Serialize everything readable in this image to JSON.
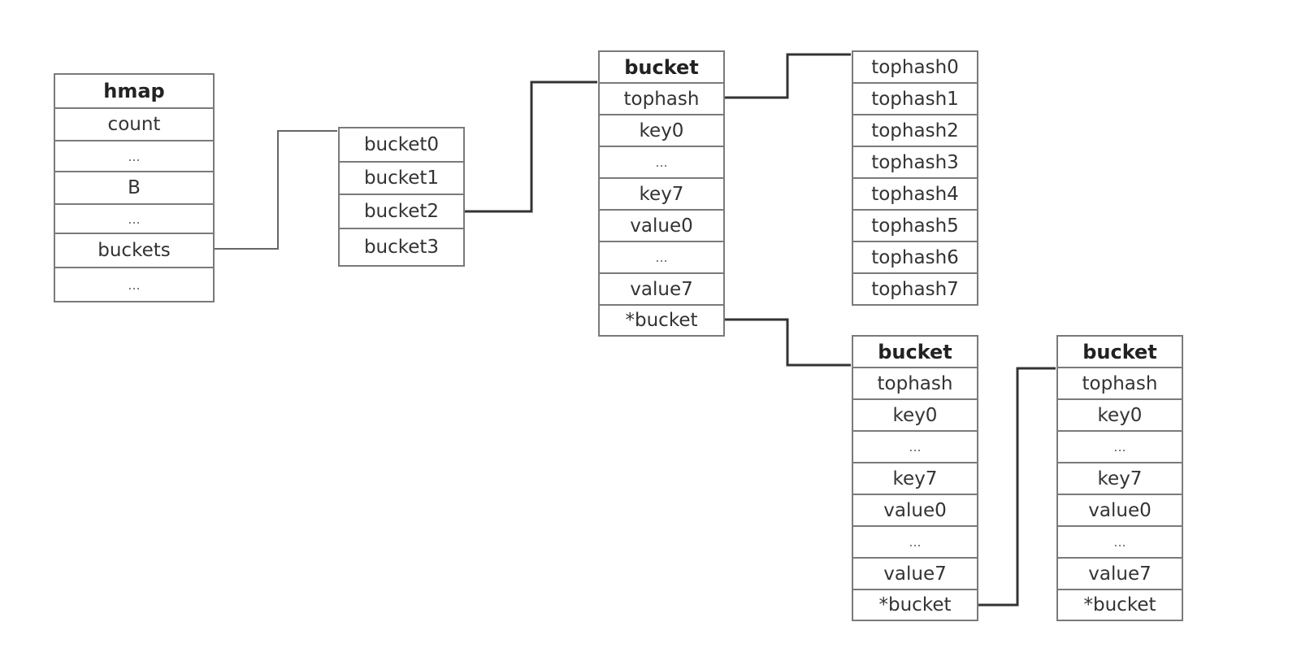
{
  "colors": {
    "line": "#555555",
    "border": "#7a7a7a",
    "text": "#333333"
  },
  "hmap": {
    "title": "hmap",
    "fields": [
      "count",
      "...",
      "B",
      "...",
      "buckets",
      "..."
    ]
  },
  "bucket_array": {
    "items": [
      "bucket0",
      "bucket1",
      "bucket2",
      "bucket3"
    ]
  },
  "bucket_main": {
    "title": "bucket",
    "fields": [
      "tophash",
      "key0",
      "...",
      "key7",
      "value0",
      "...",
      "value7",
      "*bucket"
    ]
  },
  "tophash_array": {
    "items": [
      "tophash0",
      "tophash1",
      "tophash2",
      "tophash3",
      "tophash4",
      "tophash5",
      "tophash6",
      "tophash7"
    ]
  },
  "bucket_overflow1": {
    "title": "bucket",
    "fields": [
      "tophash",
      "key0",
      "...",
      "key7",
      "value0",
      "...",
      "value7",
      "*bucket"
    ]
  },
  "bucket_overflow2": {
    "title": "bucket",
    "fields": [
      "tophash",
      "key0",
      "...",
      "key7",
      "value0",
      "...",
      "value7",
      "*bucket"
    ]
  }
}
